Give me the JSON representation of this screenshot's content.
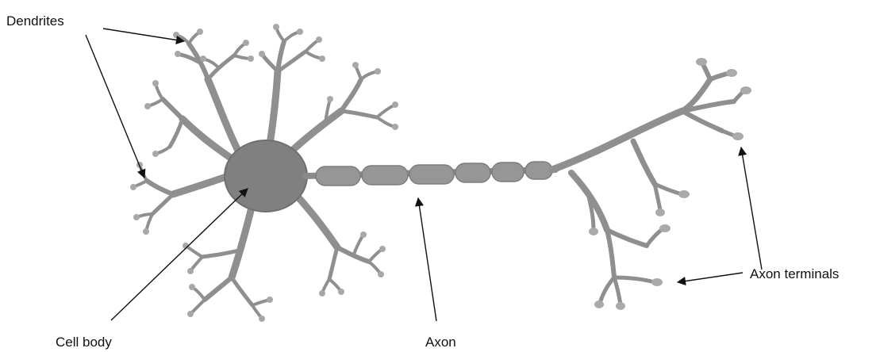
{
  "labels": {
    "dendrites": "Dendrites",
    "cell_body": "Cell body",
    "axon": "Axon",
    "axon_terminals": "Axon terminals"
  },
  "colors": {
    "neuron_fill": "#8f8f8f",
    "neuron_stroke": "#7a7a7a",
    "cell_body_fill": "#808080",
    "axon_segment_fill": "#969696",
    "terminal_tip_fill": "#aaaaaa",
    "label_text": "#111111",
    "arrow": "#111111",
    "background": "#ffffff"
  }
}
